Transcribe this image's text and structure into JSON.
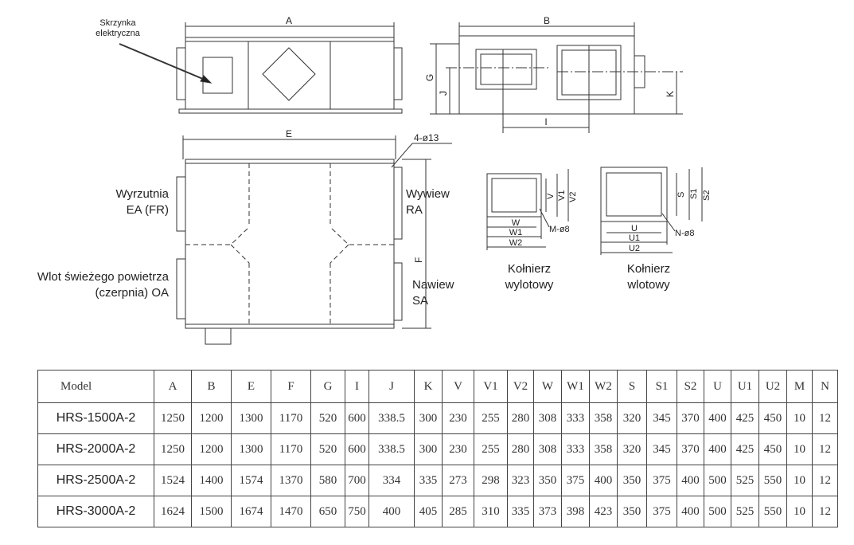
{
  "drawing": {
    "electrical_box": [
      "Skrzynka",
      "elektryczna"
    ],
    "dims": {
      "A": "A",
      "B": "B",
      "G": "G",
      "J": "J",
      "K": "K",
      "I": "I",
      "E": "E",
      "F": "F",
      "holes": "4-ø13"
    },
    "ea": [
      "Wyrzutnia",
      "EA (FR)"
    ],
    "ra": [
      "Wywiew",
      "RA"
    ],
    "oa": [
      "Wlot świeżego powietrza",
      "(czerpnia) OA"
    ],
    "sa": [
      "Nawiew",
      "SA"
    ],
    "outlet_flange": {
      "title": [
        "Kołnierz",
        "wylotowy"
      ],
      "V": "V",
      "V1": "V1",
      "V2": "V2",
      "W": "W",
      "W1": "W1",
      "W2": "W2",
      "M": "M-ø8"
    },
    "inlet_flange": {
      "title": [
        "Kołnierz",
        "wlotowy"
      ],
      "S": "S",
      "S1": "S1",
      "S2": "S2",
      "U": "U",
      "U1": "U1",
      "U2": "U2",
      "N": "N-ø8"
    }
  },
  "table": {
    "headers": [
      "Model",
      "A",
      "B",
      "E",
      "F",
      "G",
      "I",
      "J",
      "K",
      "V",
      "V1",
      "V2",
      "W",
      "W1",
      "W2",
      "S",
      "S1",
      "S2",
      "U",
      "U1",
      "U2",
      "M",
      "N"
    ],
    "rows": [
      [
        "HRS-1500A-2",
        "1250",
        "1200",
        "1300",
        "1170",
        "520",
        "600",
        "338.5",
        "300",
        "230",
        "255",
        "280",
        "308",
        "333",
        "358",
        "320",
        "345",
        "370",
        "400",
        "425",
        "450",
        "10",
        "12"
      ],
      [
        "HRS-2000A-2",
        "1250",
        "1200",
        "1300",
        "1170",
        "520",
        "600",
        "338.5",
        "300",
        "230",
        "255",
        "280",
        "308",
        "333",
        "358",
        "320",
        "345",
        "370",
        "400",
        "425",
        "450",
        "10",
        "12"
      ],
      [
        "HRS-2500A-2",
        "1524",
        "1400",
        "1574",
        "1370",
        "580",
        "700",
        "334",
        "335",
        "273",
        "298",
        "323",
        "350",
        "375",
        "400",
        "350",
        "375",
        "400",
        "500",
        "525",
        "550",
        "10",
        "12"
      ],
      [
        "HRS-3000A-2",
        "1624",
        "1500",
        "1674",
        "1470",
        "650",
        "750",
        "400",
        "405",
        "285",
        "310",
        "335",
        "373",
        "398",
        "423",
        "350",
        "375",
        "400",
        "500",
        "525",
        "550",
        "10",
        "12"
      ]
    ]
  }
}
